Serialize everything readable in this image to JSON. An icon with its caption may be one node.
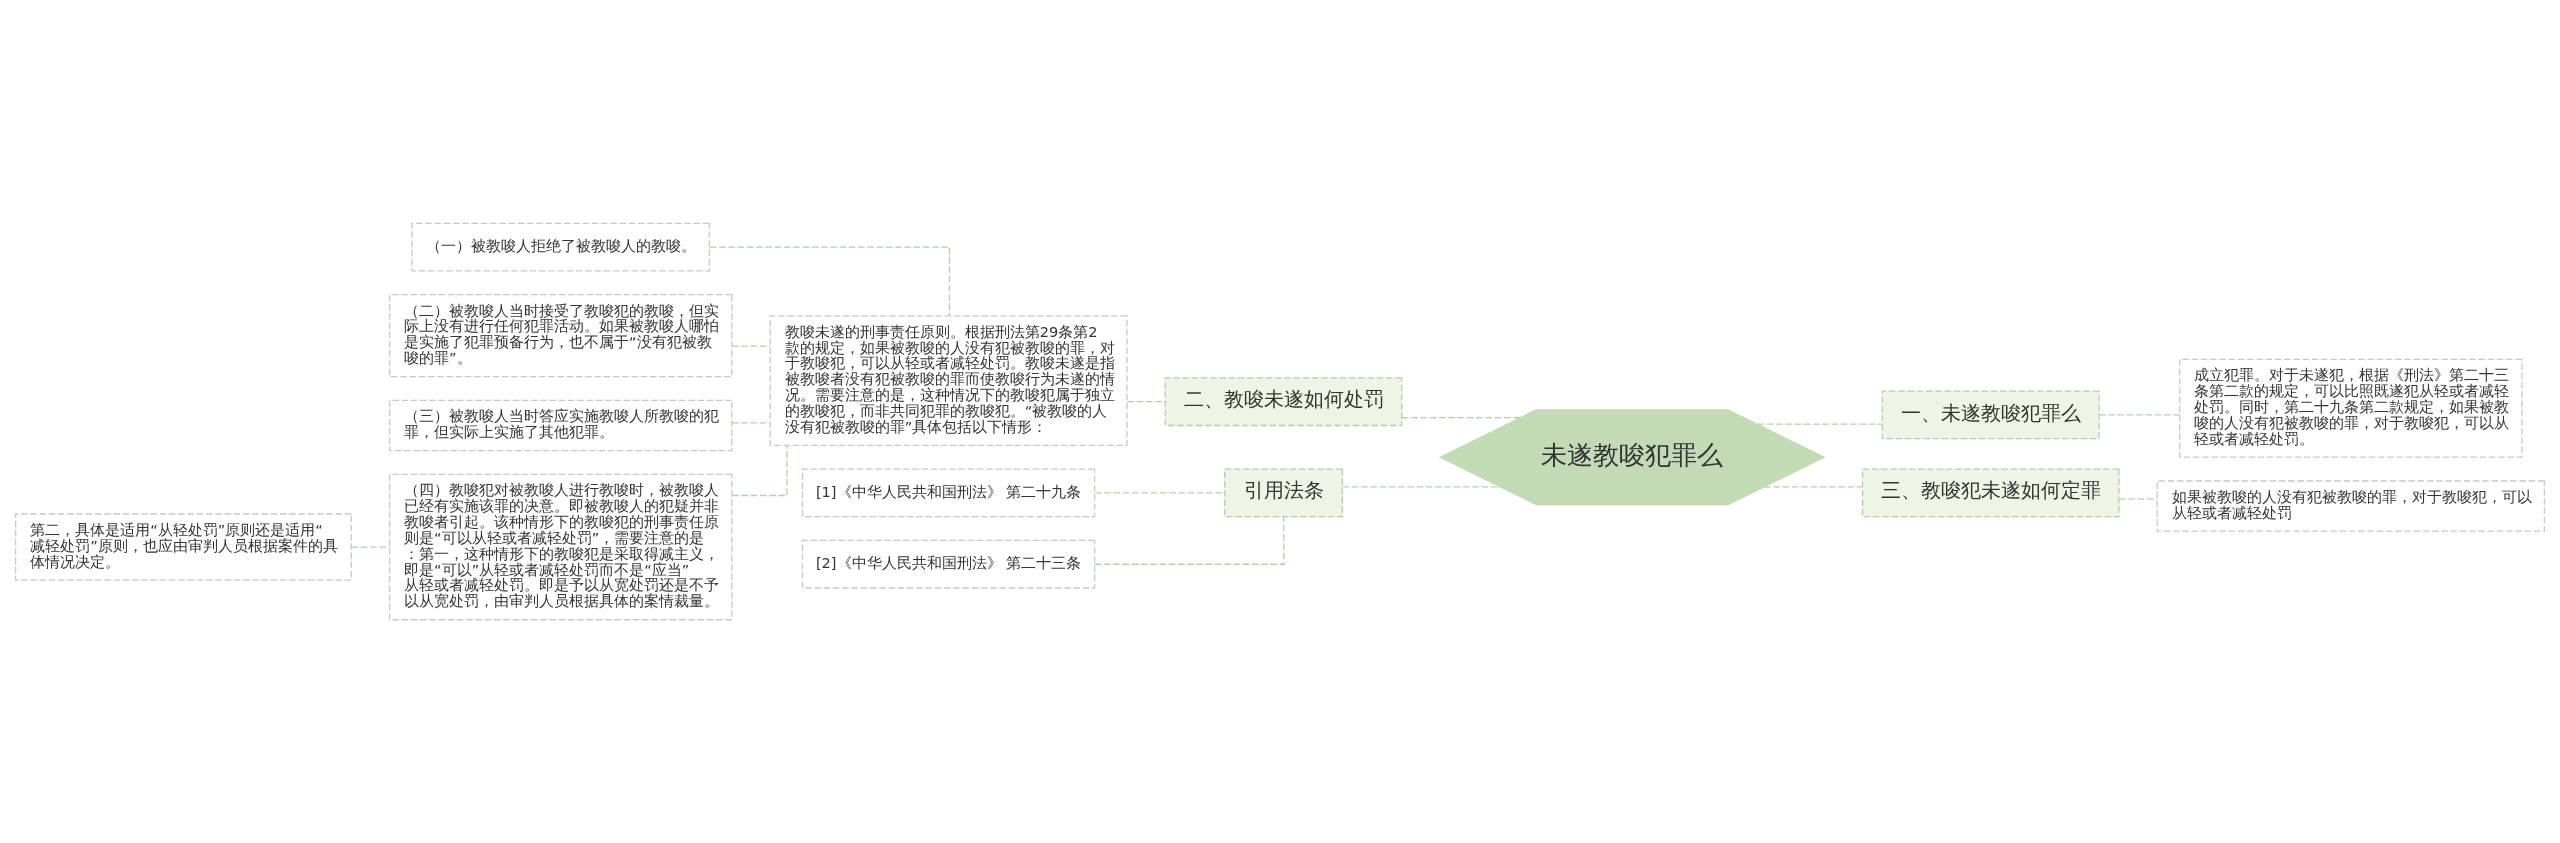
{
  "diagram": {
    "nodes": [
      {
        "text": [
          "未遂教唆犯罪么"
        ]
      },
      {
        "text": [
          "一、未遂教唆犯罪么"
        ]
      },
      {
        "text": [
          "成立犯罪。对于未遂犯，根据《刑法》第二十三条第二款的规定，可以比照既遂犯从轻或者减轻处罚。同时，第二十九条第二款规定，如果被教唆的人没有犯被教唆的罪，对于教唆犯，可以从轻或者减轻处罚。"
        ]
      },
      {
        "text": [
          "二、教唆未遂如何处罚"
        ]
      },
      {
        "text": [
          "教唆未遂的刑事责任原则。根据刑法第29条第2款的规定，如果被教唆的人没有犯被教唆的罪，对于教唆犯，可以从轻或者减轻处罚。教唆未遂是指被教唆者没有犯被教唆的罪而使教唆行为未遂的情况。需要注意的是，这种情况下的教唆犯属于独立的教唆犯，而非共同犯罪的教唆犯。“被教唆的人没有犯被教唆的罪”具体包括以下情形："
        ]
      },
      {
        "text": [
          "（一）被教唆人拒绝了被教唆人的教唆。"
        ]
      },
      {
        "text": [
          "（二）被教唆人当时接受了教唆犯的教唆，但实际上没有进行任何犯罪活动。如果被教唆人哪怕是实施了犯罪预备行为，也不属于“没有犯被教唆的罪”。"
        ]
      },
      {
        "text": [
          "（三）被教唆人当时答应实施教唆人所教唆的犯罪，但实际上实施了其他犯罪。"
        ]
      },
      {
        "text": [
          "（四）教唆犯对被教唆人进行教唆时，被教唆人已经有实施该罪的决意。即被教唆人的犯疑并非教唆者引起。该种情形下的教唆犯的刑事责任原则是“可以从轻或者减轻处罚”，需要注意的是：第一，这种情形下的教唆犯是采取得减主义，即是“可以”从轻或者减轻处罚而不是“应当”从轻或者减轻处罚。即是予以从宽处罚还是不予以从宽处罚，由审判人员根据具体的案情裁量。"
        ]
      },
      {
        "text": [
          "第二，具体是适用“从轻处罚”原则还是适用“减轻处罚”原则，也应由审判人员根据案件的具体情况决定。"
        ]
      },
      {
        "text": [
          "三、教唆犯未遂如何定罪"
        ]
      },
      {
        "text": [
          "如果被教唆的人没有犯被教唆的罪，对于教唆犯，可以从轻或者减轻处罚"
        ]
      },
      {
        "text": [
          "引用法条"
        ]
      },
      {
        "text": [
          "[1]《中华人民共和国刑法》 第二十九条"
        ]
      },
      {
        "text": [
          "[2]《中华人民共和国刑法》 第二十三条"
        ]
      }
    ],
    "edges": [
      {
        "from": 0,
        "to": 1,
        "arrow": "none",
        "style": "dashed"
      },
      {
        "from": 1,
        "to": 2,
        "arrow": "none",
        "style": "dashed"
      },
      {
        "from": 3,
        "to": 0,
        "arrow": "none",
        "style": "dashed"
      },
      {
        "from": 4,
        "to": 3,
        "arrow": "none",
        "style": "dashed"
      },
      {
        "from": 5,
        "to": 4,
        "arrow": "none",
        "style": "dashed"
      },
      {
        "from": 6,
        "to": 4,
        "arrow": "none",
        "style": "dashed"
      },
      {
        "from": 7,
        "to": 4,
        "arrow": "none",
        "style": "dashed"
      },
      {
        "from": 8,
        "to": 4,
        "arrow": "none",
        "style": "dashed"
      },
      {
        "from": 9,
        "to": 8,
        "arrow": "none",
        "style": "dashed"
      },
      {
        "from": 0,
        "to": 10,
        "arrow": "none",
        "style": "dashed"
      },
      {
        "from": 10,
        "to": 11,
        "arrow": "none",
        "style": "dashed"
      },
      {
        "from": 12,
        "to": 0,
        "arrow": "none",
        "style": "dashed"
      },
      {
        "from": 13,
        "to": 12,
        "arrow": "none",
        "style": "dashed"
      },
      {
        "from": 14,
        "to": 12,
        "arrow": "none",
        "style": "dashed"
      }
    ]
  }
}
